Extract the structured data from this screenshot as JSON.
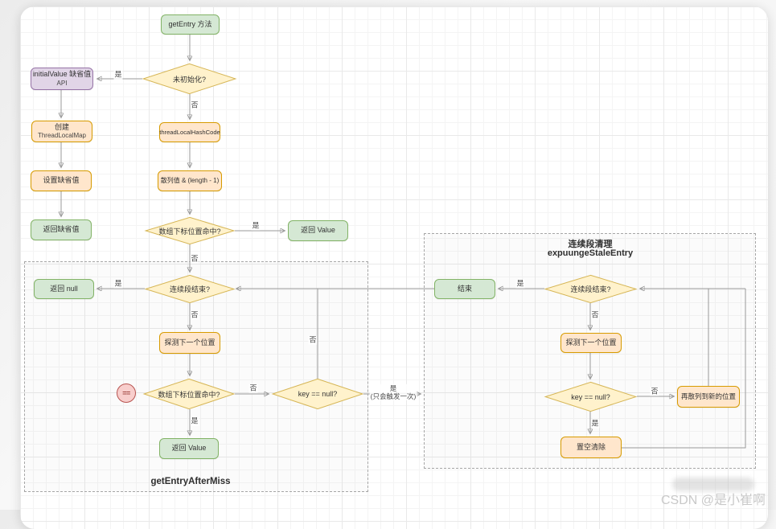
{
  "canvas": {
    "watermark": "CSDN @是小崔啊"
  },
  "groups": {
    "miss": {
      "title": "getEntryAfterMiss"
    },
    "expunge": {
      "title1": "连续段清理",
      "title2": "expuungeStaleEntry"
    }
  },
  "nodes": {
    "getEntry": "getEntry 方法",
    "notInitialized": "未初始化?",
    "initialValueLine1": "initialValue 缺省值",
    "initialValueLine2": "API",
    "createLine1": "创建",
    "createLine2": "ThreadLocalMap",
    "setDefault": "设置缺省值",
    "returnDefault": "返回缺省值",
    "threadLocalHashCode": "threadLocalHashCode",
    "hashIndex": "散列值 & (length - 1)",
    "indexHit": "数组下标位置命中?",
    "returnValue": "返回 Value",
    "returnNull": "返回 null",
    "segmentEnd": "连续段结束?",
    "probeNext": "探测下一个位置",
    "eqBadge": "==",
    "indexHit2": "数组下标位置命中?",
    "keyNull": "key == null?",
    "returnValue2": "返回 Value",
    "end": "结束",
    "segmentEnd2": "连续段结束?",
    "probeNext2": "探测下一个位置",
    "keyNull2": "key == null?",
    "rehash": "再散列到新的位置",
    "clearSlot": "置空清除"
  },
  "labels": {
    "yes": "是",
    "no": "否",
    "once": "(只会触发一次)"
  },
  "colors": {
    "green_fill": "#d5e8d4",
    "green_border": "#82b366",
    "orange_fill": "#ffe6cc",
    "orange_border": "#d79b00",
    "yellow_fill": "#fff2cc",
    "yellow_border": "#d6b656",
    "purple_fill": "#e1d5e7",
    "purple_border": "#9673a6",
    "pink_fill": "#f8cecc",
    "pink_border": "#b85450",
    "edge": "#9a9a9a"
  }
}
